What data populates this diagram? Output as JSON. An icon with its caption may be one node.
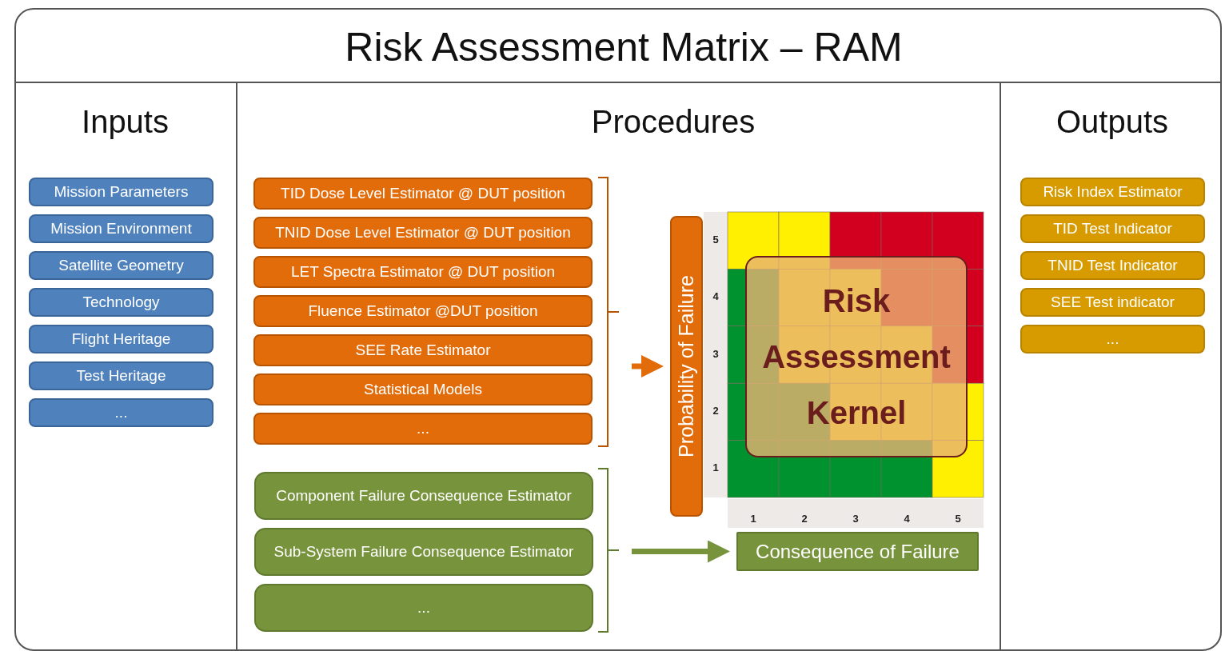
{
  "diagram": {
    "title": "Risk Assessment Matrix – RAM",
    "nodes": [
      {
        "text": [
          "Inputs"
        ]
      },
      {
        "text": [
          "Mission Parameters"
        ],
        "in": 0
      },
      {
        "text": [
          "Mission Environment"
        ],
        "in": 0
      },
      {
        "text": [
          "Satellite Geometry"
        ],
        "in": 0
      },
      {
        "text": [
          "Technology"
        ],
        "in": 0
      },
      {
        "text": [
          "Flight Heritage"
        ],
        "in": 0
      },
      {
        "text": [
          "Test Heritage"
        ],
        "in": 0
      },
      {
        "text": [
          "..."
        ],
        "in": 0
      },
      {
        "text": [
          "Procedures"
        ]
      },
      {
        "text": [
          "TID Dose Level Estimator @ DUT position"
        ],
        "in": 8
      },
      {
        "text": [
          "TNID Dose Level Estimator @ DUT position"
        ],
        "in": 8
      },
      {
        "text": [
          "LET Spectra Estimator @ DUT position"
        ],
        "in": 8
      },
      {
        "text": [
          "Fluence Estimator @DUT position"
        ],
        "in": 8
      },
      {
        "text": [
          "SEE Rate Estimator"
        ],
        "in": 8
      },
      {
        "text": [
          "Statistical Models"
        ],
        "in": 8
      },
      {
        "text": [
          "..."
        ],
        "in": 8
      },
      {
        "text": [
          "Component Failure Consequence Estimator"
        ],
        "in": 8
      },
      {
        "text": [
          "Sub-System Failure Consequence Estimator"
        ],
        "in": 8
      },
      {
        "text": [
          "..."
        ],
        "in": 8
      },
      {
        "text": [
          "Probability of Failure"
        ],
        "in": 8
      },
      {
        "text": [
          "Risk Assessment Kernel"
        ],
        "in": 8
      },
      {
        "text": [
          "Consequence of Failure"
        ],
        "in": 8
      },
      {
        "text": [
          "Outputs"
        ]
      },
      {
        "text": [
          "Risk Index Estimator"
        ],
        "in": 22
      },
      {
        "text": [
          "TID Test Indicator"
        ],
        "in": 22
      },
      {
        "text": [
          "TNID Test Indicator"
        ],
        "in": 22
      },
      {
        "text": [
          "SEE Test indicator"
        ],
        "in": 22
      },
      {
        "text": [
          "..."
        ],
        "in": 22
      }
    ],
    "edges": [
      {
        "from": null,
        "to": 19,
        "arrow": "to",
        "color": "#e36c0a"
      },
      {
        "from": null,
        "to": 21,
        "arrow": "to",
        "color": "#77933c"
      }
    ],
    "labels": [
      "5",
      "4",
      "3",
      "2",
      "1",
      "1",
      "2",
      "3",
      "4",
      "5"
    ]
  }
}
